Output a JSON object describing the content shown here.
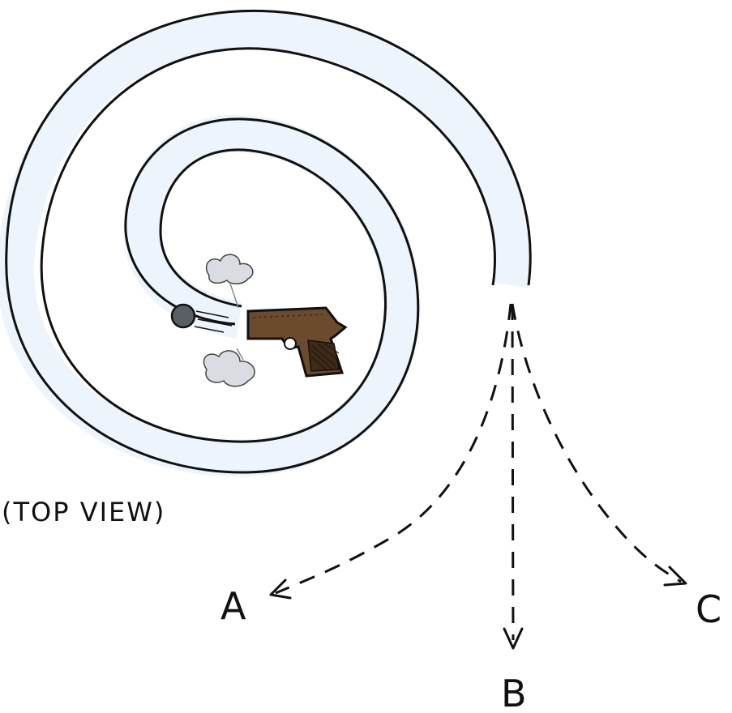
{
  "caption": "(TOP VIEW)",
  "paths": [
    {
      "id": "A",
      "label": "A"
    },
    {
      "id": "B",
      "label": "B"
    },
    {
      "id": "C",
      "label": "C"
    }
  ],
  "colors": {
    "ink": "#111111",
    "tube_fill": "#edf4fb",
    "gun": "#6b4a2d",
    "gun_dark": "#3f2a19",
    "smoke": "#c9ced5",
    "ball": "#5a5f66"
  },
  "icons": {
    "tube": "spiral-tube-icon",
    "gun": "pistol-icon",
    "ball": "ball-icon",
    "smoke": "smoke-puff-icon"
  }
}
